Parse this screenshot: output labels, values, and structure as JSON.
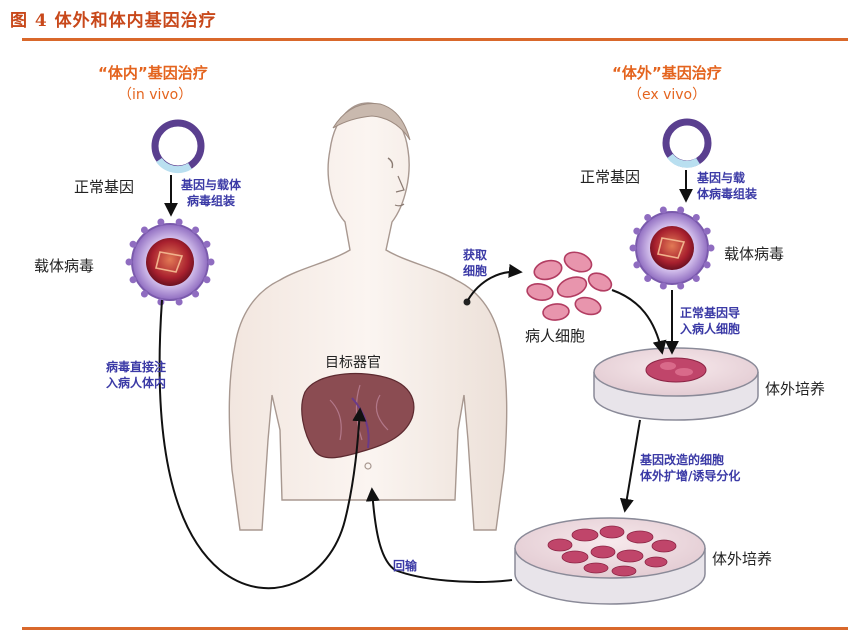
{
  "figure": {
    "title": "图 4 体外和体内基因治疗"
  },
  "in_vivo": {
    "heading": "“体内”基因治疗",
    "subheading": "（in vivo）",
    "normal_gene": "正常基因",
    "assembly": [
      "基因与载体",
      "病毒组装"
    ],
    "vector_virus": "载体病毒",
    "injection": [
      "病毒直接注",
      "入病人体内"
    ],
    "target_organ": "目标器官"
  },
  "ex_vivo": {
    "heading": "“体外”基因治疗",
    "subheading": "（ex vivo）",
    "normal_gene": "正常基因",
    "assembly": [
      "基因与载",
      "体病毒组装"
    ],
    "vector_virus": "载体病毒",
    "harvest": [
      "获取",
      "细胞"
    ],
    "patient_cells": "病人细胞",
    "transduce": [
      "正常基因导",
      "入病人细胞"
    ],
    "culture_1": "体外培养",
    "expand": [
      "基因改造的细胞",
      "体外扩增/诱导分化"
    ],
    "culture_2": "体外培养",
    "reinfuse": "回输"
  },
  "colors": {
    "title": "#c8481a",
    "rule": "#d9682b",
    "heading": "#e4641e",
    "process_text": "#3b3aa6",
    "label_text": "#222222",
    "plasmid": "#5a3f8f",
    "virus_outer": "#9b7fc4",
    "virus_core": "#b0303a",
    "liver": "#8a4a4e",
    "cells": "#c9486b"
  },
  "icons": [
    "plasmid-icon",
    "virus-icon",
    "human-figure",
    "liver-icon",
    "cells-icon",
    "petri-dish-icon",
    "arrow-icon"
  ]
}
